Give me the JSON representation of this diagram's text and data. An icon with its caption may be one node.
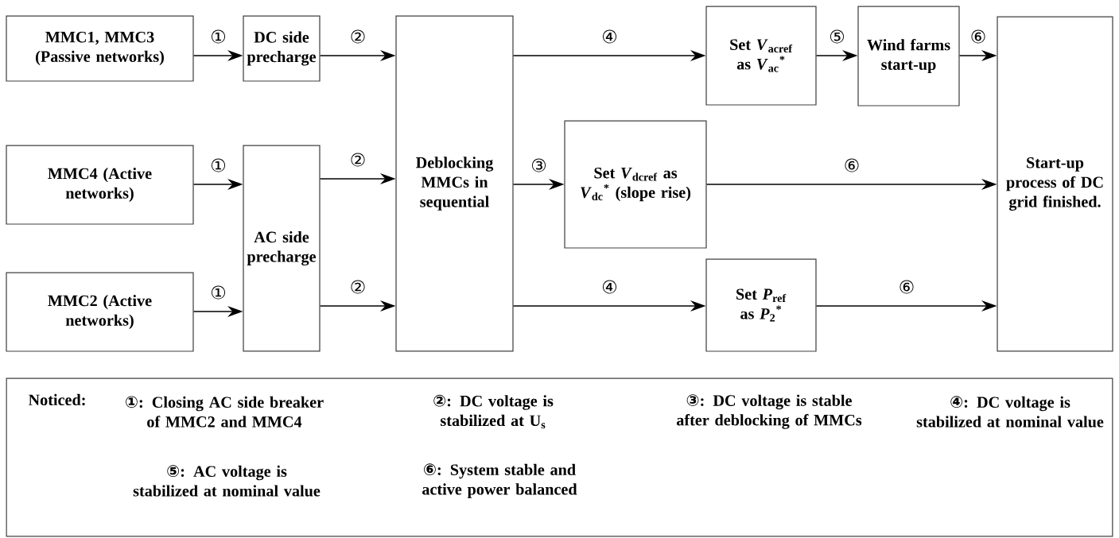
{
  "diagram": {
    "nodes": [
      {
        "text": [
          "MMC1, MMC3 (Passive networks)"
        ]
      },
      {
        "text": [
          "DC side precharge"
        ]
      },
      {
        "text": [
          "MMC4 (Active networks)"
        ]
      },
      {
        "text": [
          "AC side precharge"
        ]
      },
      {
        "text": [
          "MMC2 (Active networks)"
        ]
      },
      {
        "text": [
          "Deblocking MMCs in sequential"
        ]
      },
      {
        "text": [
          "Set *V*$_{acref}$ as *V*$_{ac}$$^{*}$"
        ]
      },
      {
        "text": [
          "Wind farms start-up"
        ]
      },
      {
        "text": [
          "Set *V*$_{dcref}$ as *V*$_{dc}$$^{*}$ (slope rise)"
        ]
      },
      {
        "text": [
          "Set *P*$_{ref}$ as *P*$_{2}$$^{*}$"
        ]
      },
      {
        "text": [
          "Start-up process of DC grid finished."
        ]
      },
      {
        "text": [
          "Noticed:",
          "①: Closing AC side breaker of MMC2 and MMC4",
          "②: DC voltage is stabilized at U$_{s}$",
          "③: DC voltage is stable after deblocking of MMCs",
          "④: DC voltage is stabilized at nominal value",
          "⑤: AC voltage is stabilized at nominal value",
          "⑥: System stable and active power balanced"
        ]
      }
    ],
    "edges": [
      {
        "from": 0,
        "to": 1,
        "arrow": "to",
        "label": "①"
      },
      {
        "from": 1,
        "to": 5,
        "arrow": "to",
        "label": "②"
      },
      {
        "from": 2,
        "to": 3,
        "arrow": "to",
        "label": "①"
      },
      {
        "from": 4,
        "to": 3,
        "arrow": "to",
        "label": "①"
      },
      {
        "from": 3,
        "to": 5,
        "arrow": "to",
        "label": "②"
      },
      {
        "from": 3,
        "to": 5,
        "arrow": "to",
        "label": "②"
      },
      {
        "from": 5,
        "to": 6,
        "arrow": "to",
        "label": "④"
      },
      {
        "from": 5,
        "to": 8,
        "arrow": "to",
        "label": "③"
      },
      {
        "from": 5,
        "to": 9,
        "arrow": "to",
        "label": "④"
      },
      {
        "from": 6,
        "to": 7,
        "arrow": "to",
        "label": "⑤"
      },
      {
        "from": 7,
        "to": 10,
        "arrow": "to",
        "label": "⑥"
      },
      {
        "from": 8,
        "to": 10,
        "arrow": "to",
        "label": "⑥"
      },
      {
        "from": 9,
        "to": 10,
        "arrow": "to",
        "label": "⑥"
      }
    ]
  }
}
